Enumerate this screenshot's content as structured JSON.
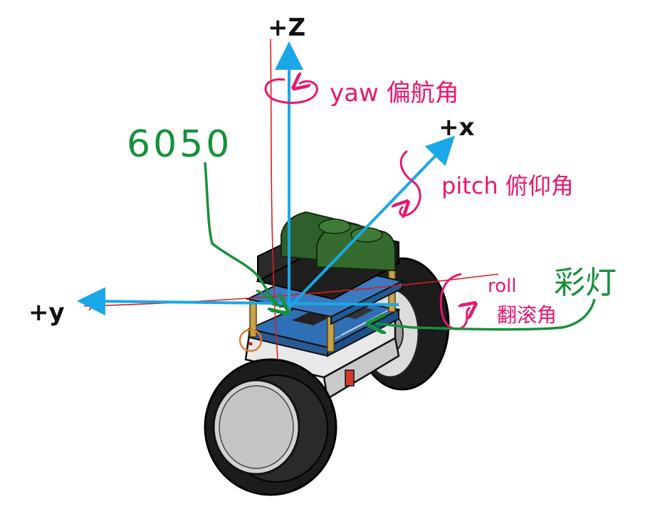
{
  "axes": {
    "z": {
      "label": "+Z",
      "color": "#1aa7e8"
    },
    "x": {
      "label": "+x",
      "color": "#1aa7e8"
    },
    "y": {
      "label": "+y",
      "color": "#1aa7e8"
    }
  },
  "rotations": {
    "yaw": {
      "label": "yaw 偏航角",
      "color": "#e8166e"
    },
    "pitch": {
      "label": "pitch 俯仰角",
      "color": "#e8166e"
    },
    "roll": {
      "label_top": "roll",
      "label_bottom": "翻滚角",
      "color": "#e8166e"
    }
  },
  "callouts": {
    "imu": {
      "label": "6050",
      "color": "#18903c"
    },
    "led": {
      "label": "彩灯",
      "color": "#18903c"
    }
  },
  "colors": {
    "ink": "#111111",
    "red_line": "#d62020",
    "marker": "#e07a30",
    "battery": "#2f5f2a",
    "board": "#2f6fb5",
    "tire": "#1c1c1c",
    "hub": "#cfcfcf"
  }
}
